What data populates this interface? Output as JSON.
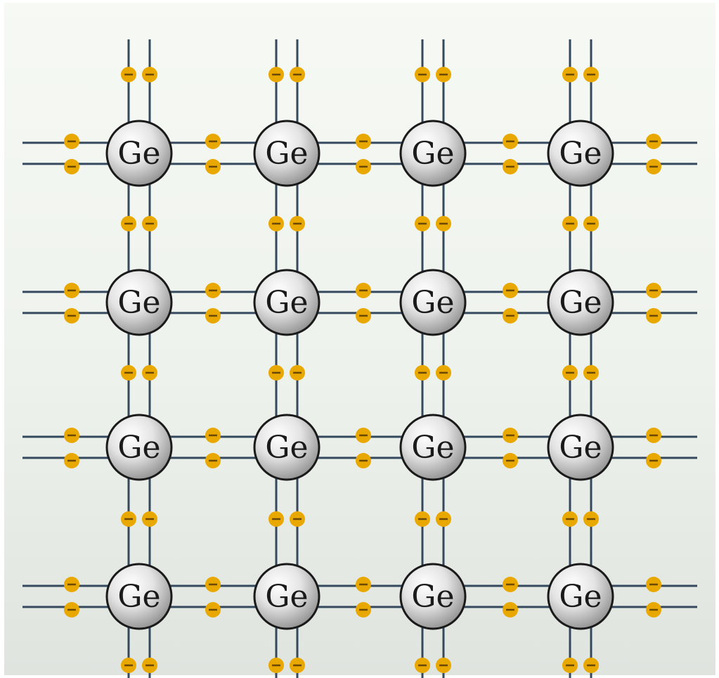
{
  "atom_label": "Ge",
  "electron_symbol": "−",
  "grid": {
    "rows": 4,
    "cols": 4
  },
  "colors": {
    "bond": "#34495e",
    "electron": "#e8a800",
    "electron_mark": "#6b4a00",
    "atom_outline": "#1a1a1a",
    "atom_fill_light": "#ffffff",
    "atom_fill_dark": "#8a8a8a",
    "background_top": "#f6f9f4",
    "background_bottom": "#dfe4df"
  }
}
